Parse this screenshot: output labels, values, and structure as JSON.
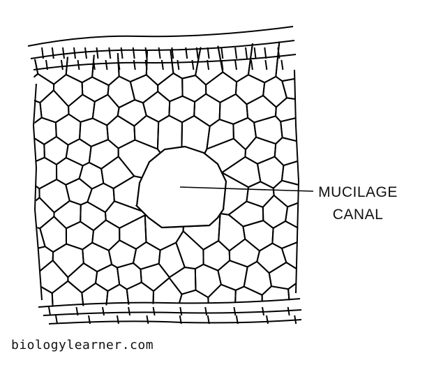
{
  "label": {
    "line1": "MUCILAGE",
    "line2": "CANAL"
  },
  "watermark": "biologylearner.com"
}
